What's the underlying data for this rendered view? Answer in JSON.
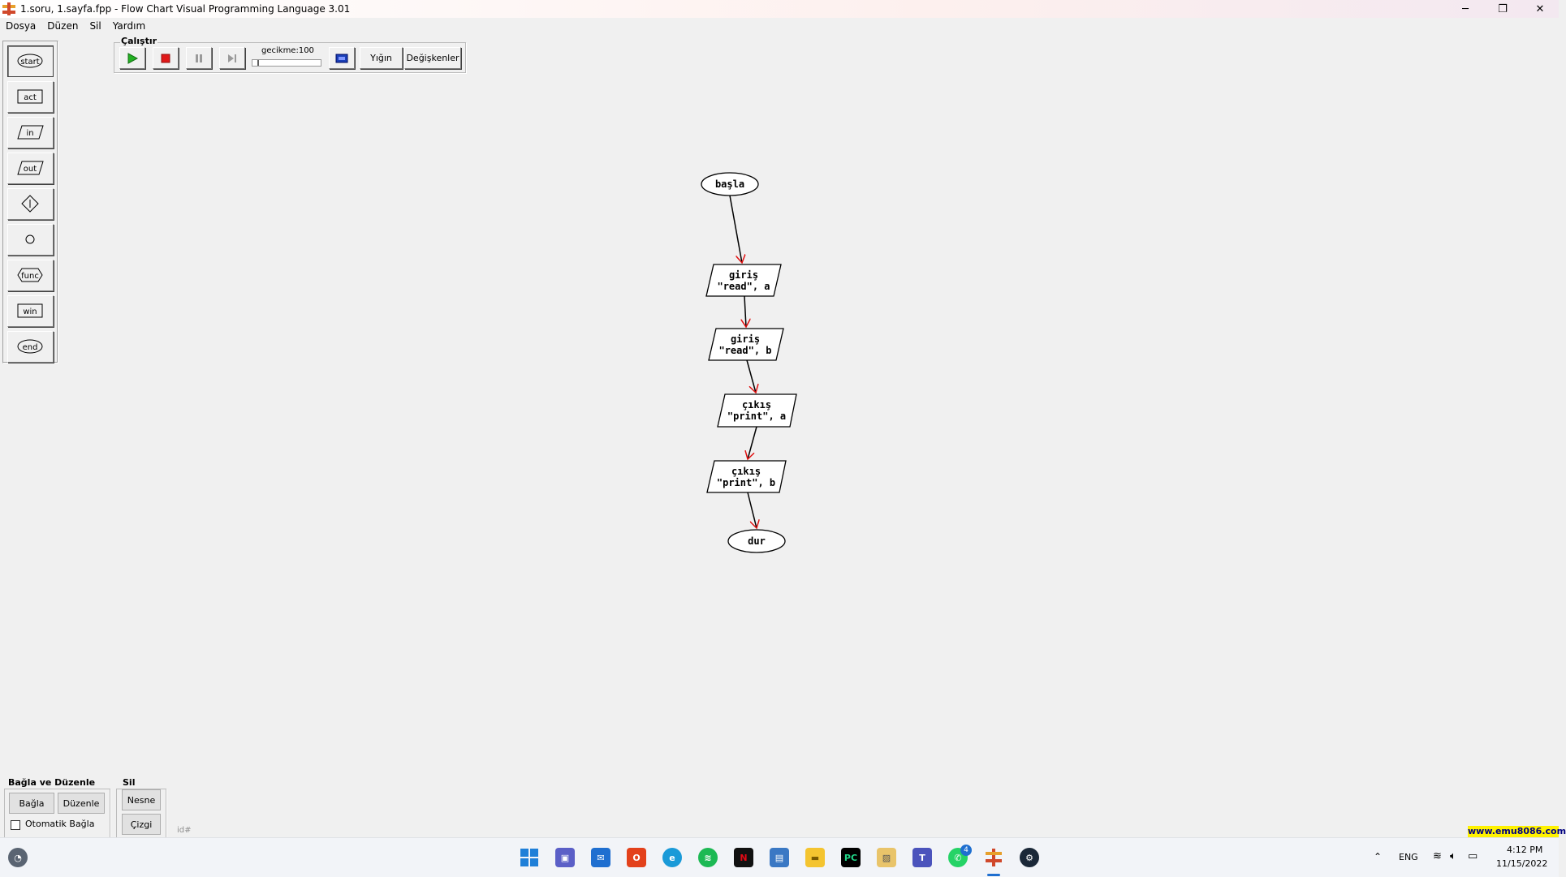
{
  "window": {
    "title": "1.soru, 1.sayfa.fpp - Flow Chart Visual Programming Language 3.01",
    "controls": {
      "minimize": "─",
      "maximize": "❐",
      "close": "✕"
    }
  },
  "menu": [
    "Dosya",
    "Düzen",
    "Sil",
    "Yardım"
  ],
  "palette": {
    "items": [
      {
        "label": "start",
        "shape": "oval",
        "selected": true
      },
      {
        "label": "act",
        "shape": "rect"
      },
      {
        "label": "in",
        "shape": "parallelogram"
      },
      {
        "label": "out",
        "shape": "parallelogram"
      },
      {
        "label": "",
        "shape": "diamond",
        "icon": "decision-icon"
      },
      {
        "label": "",
        "shape": "circle",
        "icon": "connector-icon"
      },
      {
        "label": "func",
        "shape": "hexagon"
      },
      {
        "label": "win",
        "shape": "rect"
      },
      {
        "label": "end",
        "shape": "oval"
      }
    ]
  },
  "run_panel": {
    "title": "Çalıştır",
    "delay_label": "gecikme:100",
    "delay_value": 100,
    "stack_button": "Yığın",
    "variables_button": "Değişkenler",
    "accent": {
      "play": "#22b022",
      "stop": "#e01818"
    }
  },
  "flowchart": {
    "nodes": [
      {
        "type": "oval",
        "lines": [
          "başla"
        ]
      },
      {
        "type": "input",
        "lines": [
          "giriş",
          "\"read\", a"
        ]
      },
      {
        "type": "input",
        "lines": [
          "giriş",
          "\"read\", b"
        ]
      },
      {
        "type": "output",
        "lines": [
          "çıkış",
          "\"print\", a"
        ]
      },
      {
        "type": "output",
        "lines": [
          "çıkış",
          "\"print\", b"
        ]
      },
      {
        "type": "oval",
        "lines": [
          "dur"
        ]
      }
    ],
    "arrow_color": "#e01010"
  },
  "bottom": {
    "connect_group": {
      "title": "Bağla ve Düzenle",
      "connect_button": "Bağla",
      "arrange_button": "Düzenle",
      "auto_connect_label": "Otomatik Bağla",
      "auto_connect_checked": false
    },
    "delete_group": {
      "title": "Sil",
      "object_button": "Nesne",
      "line_button": "Çizgi"
    },
    "id_label": "id#",
    "emu_link": "www.emu8086.com"
  },
  "taskbar": {
    "icons": [
      "start-icon",
      "teams-chat-icon",
      "mail-icon",
      "office-icon",
      "edge-icon",
      "spotify-icon",
      "netflix-icon",
      "screen-tool-icon",
      "file-explorer-icon",
      "pycharm-icon",
      "photos-icon",
      "teams-icon",
      "whatsapp-icon",
      "flowchart-app-icon",
      "steam-icon"
    ],
    "whatsapp_badge": "4",
    "lang": "ENG",
    "time": "4:12 PM",
    "date": "11/15/2022"
  }
}
